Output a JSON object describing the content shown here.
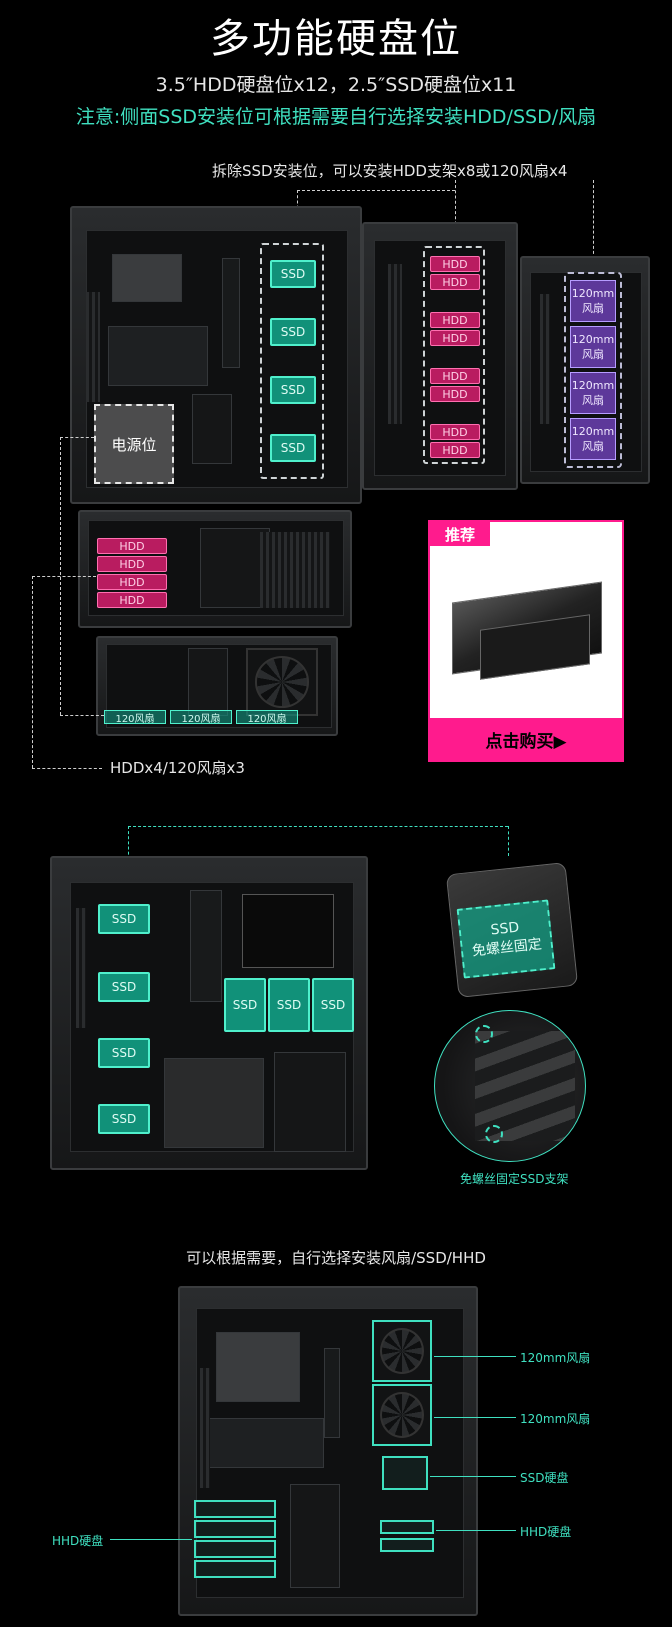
{
  "header": {
    "title": "多功能硬盘位",
    "subtitle": "3.5″HDD硬盘位x12，2.5″SSD硬盘位x11",
    "note": "注意:侧面SSD安装位可根据需要自行选择安装HDD/SSD/风扇"
  },
  "section1": {
    "top_note": "拆除SSD安装位，可以安装HDD支架x8或120风扇x4",
    "ssd_label": "SSD",
    "hdd_label": "HDD",
    "fan_label_line1": "120mm",
    "fan_label_line2": "风扇",
    "psu_label": "电源位",
    "bottom_fan_label": "120风扇",
    "bottom_note": "HDDx4/120风扇x3"
  },
  "recommend": {
    "tag": "推荐",
    "button": "点击购买▶"
  },
  "section2": {
    "ssd_label": "SSD",
    "bracket_label_line1": "SSD",
    "bracket_label_line2": "免螺丝固定",
    "caption": "免螺丝固定SSD支架"
  },
  "section3": {
    "heading": "可以根据需要，自行选择安装风扇/SSD/HHD",
    "fan1": "120mm风扇",
    "fan2": "120mm风扇",
    "ssd": "SSD硬盘",
    "hhd_right": "HHD硬盘",
    "hhd_left": "HHD硬盘"
  }
}
